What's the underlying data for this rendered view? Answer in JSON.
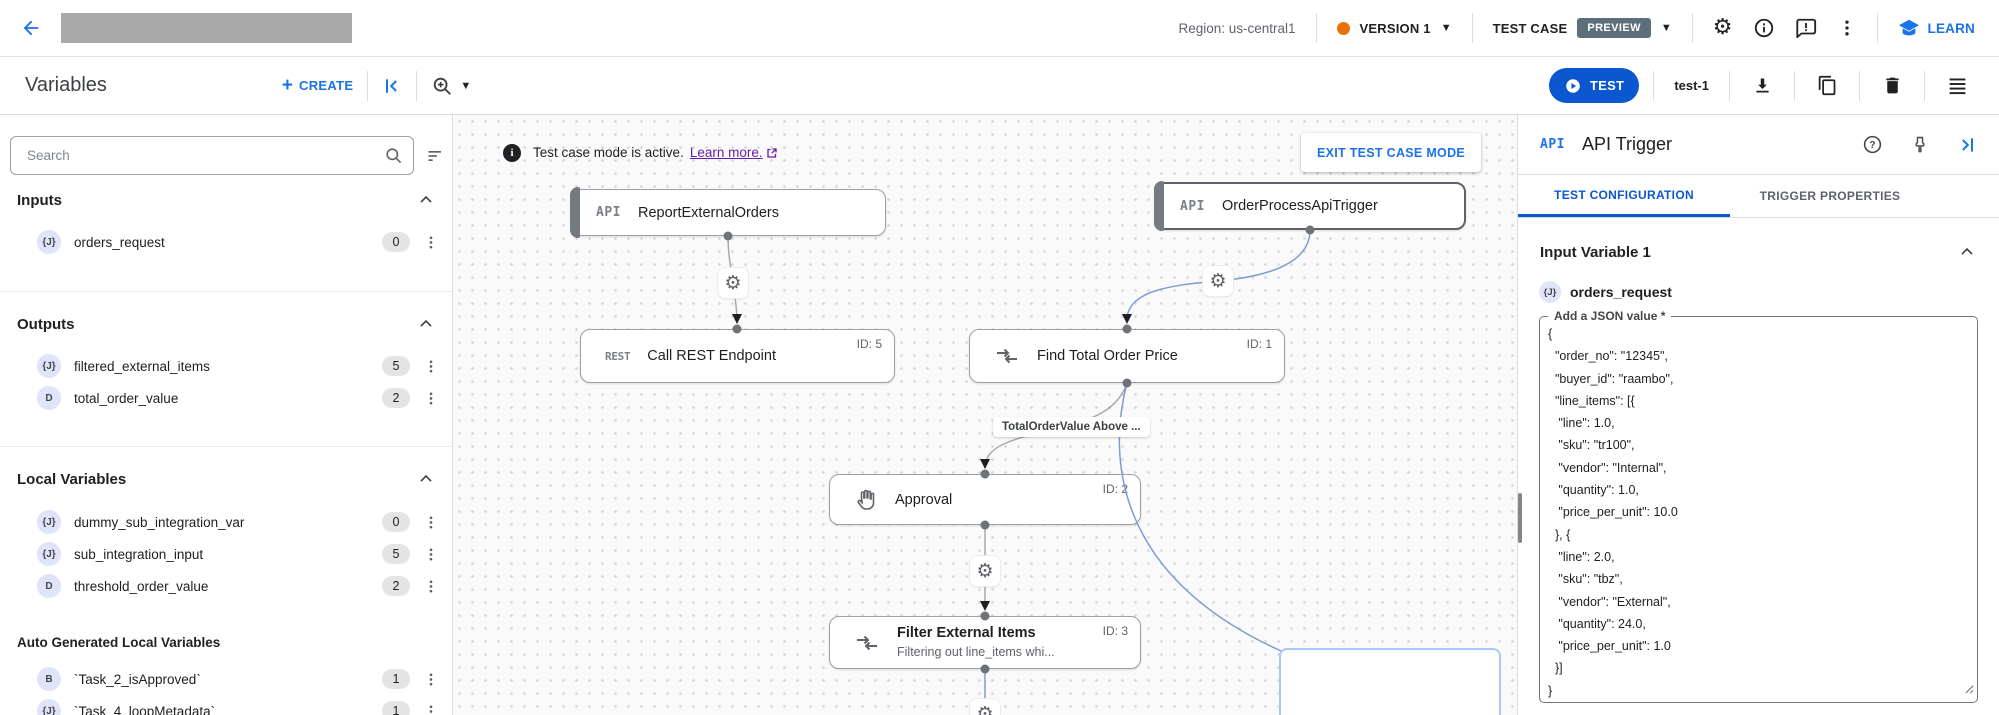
{
  "topbar": {
    "region": "Region: us-central1",
    "version": "VERSION 1",
    "test_case": "TEST CASE",
    "preview": "PREVIEW",
    "learn": "LEARN"
  },
  "toolbar": {
    "title": "Variables",
    "create": "CREATE",
    "test": "TEST",
    "test_name": "test-1"
  },
  "sidebar": {
    "search_placeholder": "Search",
    "sections": [
      {
        "title": "Inputs",
        "items": [
          {
            "type": "{J}",
            "name": "orders_request",
            "count": "0"
          }
        ]
      },
      {
        "title": "Outputs",
        "items": [
          {
            "type": "{J}",
            "name": "filtered_external_items",
            "count": "5"
          },
          {
            "type": "D",
            "name": "total_order_value",
            "count": "2"
          }
        ]
      },
      {
        "title": "Local Variables",
        "items": [
          {
            "type": "{J}",
            "name": "dummy_sub_integration_var",
            "count": "0"
          },
          {
            "type": "{J}",
            "name": "sub_integration_input",
            "count": "5"
          },
          {
            "type": "D",
            "name": "threshold_order_value",
            "count": "2"
          }
        ]
      },
      {
        "title": "Auto Generated Local Variables",
        "items": [
          {
            "type": "B",
            "name": "`Task_2_isApproved`",
            "count": "1"
          },
          {
            "type": "{J}",
            "name": "`Task_4_loopMetadata`",
            "count": "1"
          }
        ]
      }
    ]
  },
  "canvas": {
    "banner": {
      "message": "Test case mode is active.",
      "link": "Learn more.",
      "exit_button": "EXIT TEST CASE MODE"
    },
    "nodes": {
      "report": {
        "icon": "API",
        "title": "ReportExternalOrders"
      },
      "trigger": {
        "icon": "API",
        "title": "OrderProcessApiTrigger"
      },
      "rest": {
        "icon": "REST",
        "title": "Call REST Endpoint",
        "id": "ID: 5"
      },
      "find_total": {
        "title": "Find Total Order Price",
        "id": "ID: 1"
      },
      "approval": {
        "title": "Approval",
        "id": "ID: 2"
      },
      "filter": {
        "title": "Filter External Items",
        "subtitle": "Filtering out line_items whi...",
        "id": "ID: 3"
      }
    },
    "edge_label": "TotalOrderValue Above ..."
  },
  "panel": {
    "icon": "API",
    "title": "API Trigger",
    "tabs": {
      "config": "TEST CONFIGURATION",
      "properties": "TRIGGER PROPERTIES"
    },
    "section_title": "Input Variable 1",
    "variable": {
      "type": "{J}",
      "name": "orders_request"
    },
    "field_label": "Add a JSON value *",
    "json_value": "{\n  \"order_no\": \"12345\",\n  \"buyer_id\": \"raambo\",\n  \"line_items\": [{\n   \"line\": 1.0,\n   \"sku\": \"tr100\",\n   \"vendor\": \"Internal\",\n   \"quantity\": 1.0,\n   \"price_per_unit\": 10.0\n  }, {\n   \"line\": 2.0,\n   \"sku\": \"tbz\",\n   \"vendor\": \"External\",\n   \"quantity\": 24.0,\n   \"price_per_unit\": 1.0\n  }]\n}"
  },
  "colors": {
    "accent_blue": "#1a73e8",
    "button_blue": "#0b57d0",
    "link_purple": "#681da8",
    "version_dot_orange": "#e8710a",
    "preview_badge_bg": "#5c6f7b"
  }
}
